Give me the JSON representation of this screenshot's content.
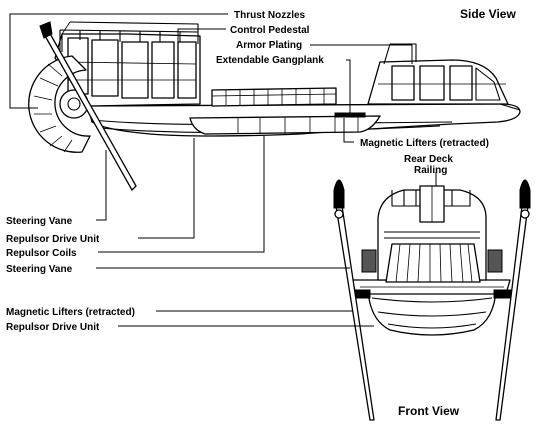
{
  "views": {
    "side": "Side View",
    "front": "Front View"
  },
  "labels": {
    "thrust_nozzles": "Thrust Nozzles",
    "control_pedestal": "Control Pedestal",
    "armor_plating": "Armor Plating",
    "extendable_gangplank": "Extendable Gangplank",
    "magnetic_lifters_side": "Magnetic Lifters (retracted)",
    "rear_deck_railing_1": "Rear Deck",
    "rear_deck_railing_2": "Railing",
    "steering_vane_1": "Steering Vane",
    "repulsor_drive_unit_1": "Repulsor Drive Unit",
    "repulsor_coils": "Repulsor Coils",
    "steering_vane_2": "Steering Vane",
    "magnetic_lifters_front": "Magnetic Lifters (retracted)",
    "repulsor_drive_unit_2": "Repulsor Drive Unit"
  }
}
